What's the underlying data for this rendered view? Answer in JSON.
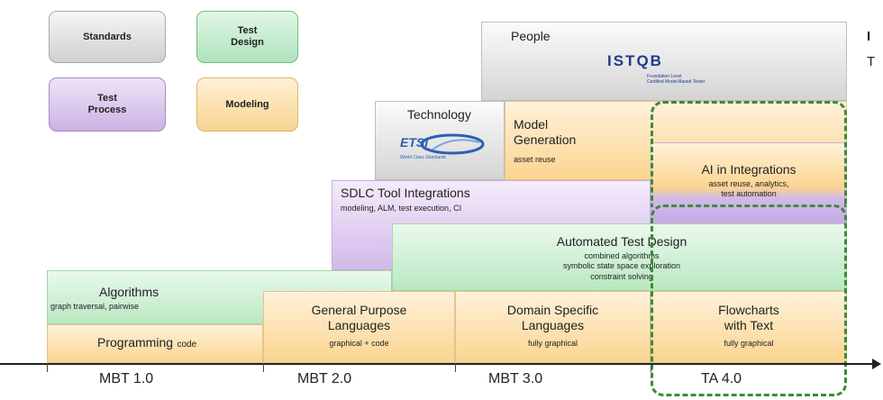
{
  "legend": {
    "standards": "Standards",
    "test_design": "Test\nDesign",
    "test_process": "Test\nProcess",
    "modeling": "Modeling"
  },
  "people": {
    "title": "People",
    "logo_text": "ISTQB",
    "logo_sub1": "Foundation Level",
    "logo_sub2": "Certified Model-Based Tester"
  },
  "technology": {
    "title": "Technology",
    "logo_text": "ETSI",
    "logo_sub": "World Class Standards"
  },
  "model_generation": {
    "title": "Model\nGeneration",
    "sub": "asset reuse"
  },
  "ai_integrations": {
    "title": "AI in Integrations",
    "sub": "asset reuse, analytics,\ntest automation"
  },
  "sdlc": {
    "title": "SDLC Tool Integrations",
    "sub": "modeling, ALM, test execution, CI"
  },
  "automated_test_design": {
    "title": "Automated Test Design",
    "sub1": "combined algorithms",
    "sub2": "symbolic state space exploration",
    "sub3": "constraint solving"
  },
  "algorithms": {
    "title": "Algorithms",
    "sub": "graph traversal, pairwise"
  },
  "programming": {
    "title": "Programming",
    "sub": "code"
  },
  "gpl": {
    "title": "General Purpose\nLanguages",
    "sub": "graphical + code"
  },
  "dsl": {
    "title": "Domain Specific\nLanguages",
    "sub": "fully graphical"
  },
  "flowcharts": {
    "title": "Flowcharts\nwith Text",
    "sub": "fully graphical"
  },
  "eras": [
    "MBT 1.0",
    "MBT 2.0",
    "MBT 3.0",
    "TA 4.0"
  ],
  "right_cut": {
    "line1": "I",
    "line2": "T"
  },
  "colors": {
    "gray": "#d4d4d4",
    "green": "#b9e8c2",
    "orange": "#fbd590",
    "purple": "#d2b9ea",
    "dashed_border": "#3d8b37",
    "istqb_logo": "#1f3a8c",
    "etsi_logo": "#2b5fb3"
  }
}
